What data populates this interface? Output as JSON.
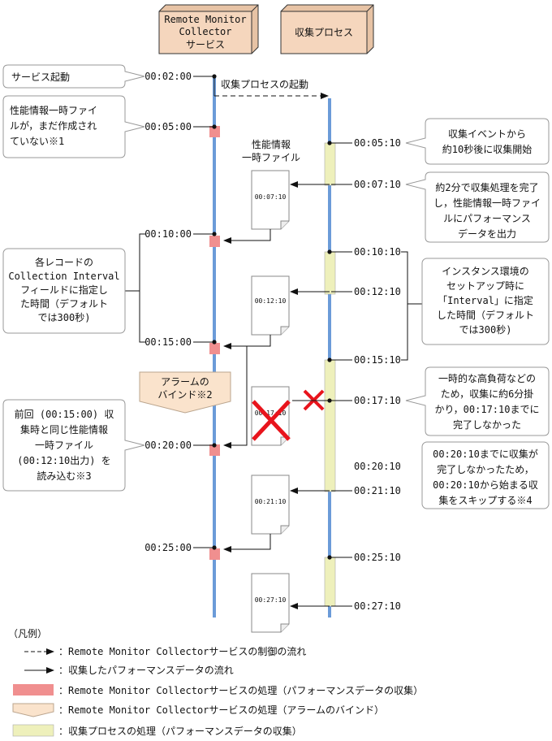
{
  "header_boxes": {
    "rmc": [
      "Remote Monitor",
      "Collector",
      "サービス"
    ],
    "proc": "収集プロセス"
  },
  "labels": {
    "process_start": "収集プロセスの起動",
    "temp_file": [
      "性能情報",
      "一時ファイル"
    ],
    "alarm_bind": [
      "アラームの",
      "バインド※2"
    ]
  },
  "left_times": [
    "00:02:00",
    "00:05:00",
    "00:10:00",
    "00:15:00",
    "00:20:00",
    "00:25:00"
  ],
  "right_times": [
    "00:05:10",
    "00:07:10",
    "00:10:10",
    "00:12:10",
    "00:15:10",
    "00:17:10",
    "00:20:10",
    "00:21:10",
    "00:25:10",
    "00:27:10"
  ],
  "documents": [
    "00:07:10",
    "00:12:10",
    "00:17:10",
    "00:21:10",
    "00:27:10"
  ],
  "left_callouts": {
    "service_start": [
      "サービス起動"
    ],
    "not_created": [
      "性能情報一時ファイ",
      "ルが，まだ作成され",
      "ていない※1"
    ],
    "interval": [
      "各レコードの",
      "Collection Interval",
      "フィールドに指定し",
      "た時間（デフォルト",
      "では300秒)"
    ],
    "reuse": [
      "前回 (00:15:00) 収",
      "集時と同じ性能情報",
      "一時ファイル",
      "(00:12:10出力) を",
      "読み込む※3"
    ]
  },
  "right_callouts": {
    "collect_start": [
      "収集イベントから",
      "約10秒後に収集開始"
    ],
    "two_min": [
      "約2分で収集処理を完了",
      "し，性能情報一時ファイ",
      "ルにパフォーマンス",
      "データを出力"
    ],
    "instance": [
      "インスタンス環境の",
      "セットアップ時に",
      "「Interval」に指定",
      "した時間（デフォルト",
      "では300秒)"
    ],
    "high_load": [
      "一時的な高負荷などの",
      "ため，収集に約6分掛",
      "かり，00:17:10までに",
      "完了しなかった"
    ],
    "skip": [
      "00:20:10までに収集が",
      "完了しなかったため，",
      "00:20:10から始まる収",
      "集をスキップする※4"
    ]
  },
  "legend": {
    "title": "（凡例）",
    "items": [
      "：Remote Monitor Collectorサービスの制御の流れ",
      "：収集したパフォーマンスデータの流れ",
      "：Remote Monitor Collectorサービスの処理（パフォーマンスデータの収集）",
      "：Remote Monitor Collectorサービスの処理（アラームのバインド）",
      "：収集プロセスの処理（パフォーマンスデータの収集）"
    ]
  },
  "colors": {
    "timeline": "#6b9bd8",
    "box_fill": "#f5d6bd",
    "rmc_process": "#f08f8f",
    "alarm_fill": "#fae3cc",
    "collect_fill": "#eef0bb",
    "cross": "#e8141c"
  }
}
